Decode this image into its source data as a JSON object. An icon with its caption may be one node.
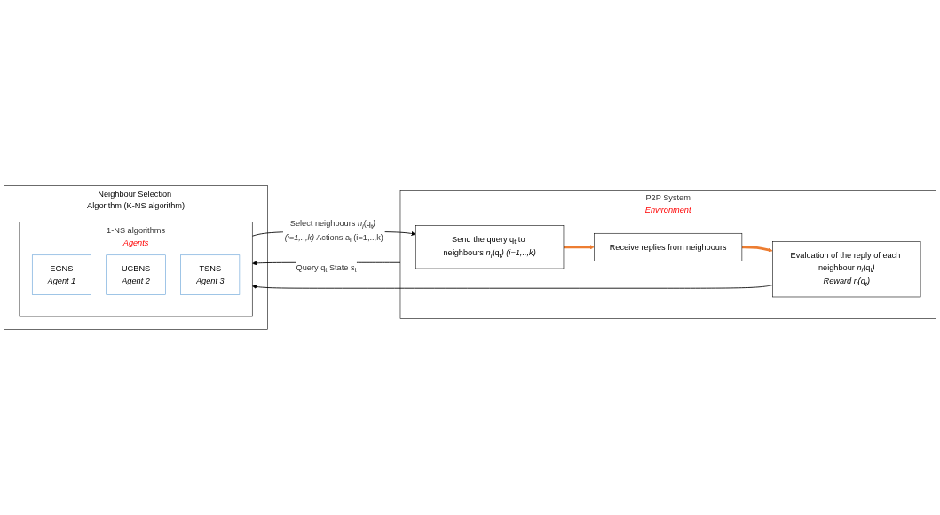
{
  "diagram": {
    "nodes": [
      {
        "text": [
          "Neighbour Selection Algorithm (K-NS algorithm)"
        ]
      },
      {
        "text": [
          "1-NS algorithms",
          "Agents"
        ],
        "in": 0
      },
      {
        "text": [
          "EGNS",
          "Agent 1"
        ],
        "in": 1
      },
      {
        "text": [
          "UCBNS",
          "Agent 2"
        ],
        "in": 1
      },
      {
        "text": [
          "TSNS",
          "Agent 3"
        ],
        "in": 1
      },
      {
        "text": [
          "P2P System",
          "Environment"
        ]
      },
      {
        "text": [
          "Send the query q$_{t}$ to neighbours *n$_{i}$*(q$_{t}$*)* *(i=1,..,k)*"
        ],
        "in": 5
      },
      {
        "text": [
          "Receive replies from neighbours"
        ],
        "in": 5
      },
      {
        "text": [
          "Evaluation of the reply of each neighbour *n$_{i}$*(q$_{t}$*)*",
          "Reward r$_{i}$(q$_{t}$)"
        ],
        "in": 5
      }
    ],
    "edges": [
      {
        "from": 1,
        "to": 6,
        "arrow": "to",
        "label": "Select neighbours *n$_{i}$*(q$_{t}$*)* *(i=1,..,k)* Actions a$_{i}$ (i=1,..,k)"
      },
      {
        "from": 6,
        "to": 7,
        "arrow": "to",
        "style": "thick",
        "color": "#ed7d31"
      },
      {
        "from": 7,
        "to": 8,
        "arrow": "to",
        "style": "thick",
        "color": "#ed7d31"
      },
      {
        "from": 8,
        "to": 1,
        "arrow": "to"
      },
      {
        "from": 5,
        "to": 1,
        "arrow": "to",
        "label": "Query q$_{t}$ State s$_{t}$"
      }
    ]
  }
}
